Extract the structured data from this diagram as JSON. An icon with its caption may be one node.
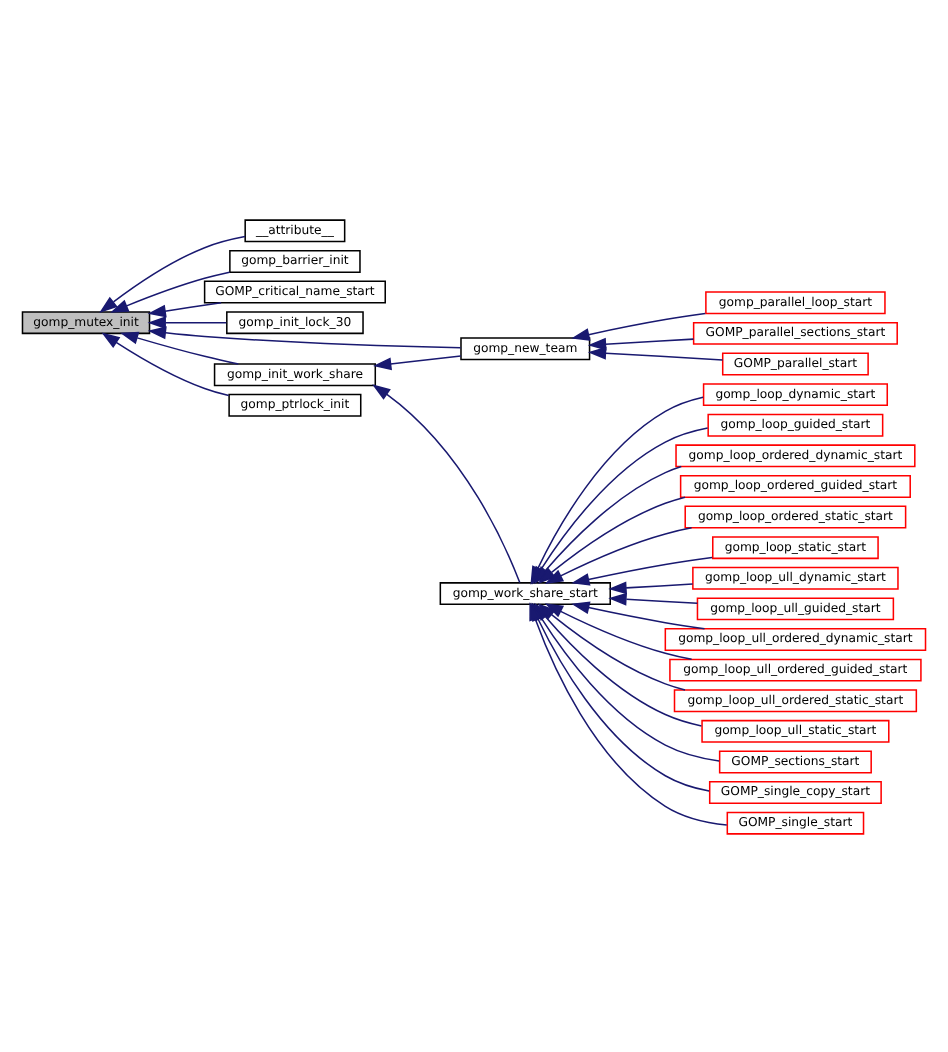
{
  "diagram": {
    "nodes": [
      {
        "text": [
          "gomp_mutex_init"
        ]
      },
      {
        "text": [
          "__attribute__"
        ]
      },
      {
        "text": [
          "gomp_barrier_init"
        ]
      },
      {
        "text": [
          "GOMP_critical_name_start"
        ]
      },
      {
        "text": [
          "gomp_init_lock_30"
        ]
      },
      {
        "text": [
          "gomp_new_team"
        ]
      },
      {
        "text": [
          "gomp_init_work_share"
        ]
      },
      {
        "text": [
          "gomp_ptrlock_init"
        ]
      },
      {
        "text": [
          "gomp_parallel_loop_start"
        ]
      },
      {
        "text": [
          "GOMP_parallel_sections_start"
        ]
      },
      {
        "text": [
          "GOMP_parallel_start"
        ]
      },
      {
        "text": [
          "gomp_work_share_start"
        ]
      },
      {
        "text": [
          "gomp_loop_dynamic_start"
        ]
      },
      {
        "text": [
          "gomp_loop_guided_start"
        ]
      },
      {
        "text": [
          "gomp_loop_ordered_dynamic_start"
        ]
      },
      {
        "text": [
          "gomp_loop_ordered_guided_start"
        ]
      },
      {
        "text": [
          "gomp_loop_ordered_static_start"
        ]
      },
      {
        "text": [
          "gomp_loop_static_start"
        ]
      },
      {
        "text": [
          "gomp_loop_ull_dynamic_start"
        ]
      },
      {
        "text": [
          "gomp_loop_ull_guided_start"
        ]
      },
      {
        "text": [
          "gomp_loop_ull_ordered_dynamic_start"
        ]
      },
      {
        "text": [
          "gomp_loop_ull_ordered_guided_start"
        ]
      },
      {
        "text": [
          "gomp_loop_ull_ordered_static_start"
        ]
      },
      {
        "text": [
          "gomp_loop_ull_static_start"
        ]
      },
      {
        "text": [
          "GOMP_sections_start"
        ]
      },
      {
        "text": [
          "GOMP_single_copy_start"
        ]
      },
      {
        "text": [
          "GOMP_single_start"
        ]
      }
    ],
    "edges": [
      {
        "from": 1,
        "to": 0,
        "arrow": "to"
      },
      {
        "from": 2,
        "to": 0,
        "arrow": "to"
      },
      {
        "from": 3,
        "to": 0,
        "arrow": "to"
      },
      {
        "from": 4,
        "to": 0,
        "arrow": "to"
      },
      {
        "from": 5,
        "to": 0,
        "arrow": "to"
      },
      {
        "from": 6,
        "to": 0,
        "arrow": "to"
      },
      {
        "from": 7,
        "to": 0,
        "arrow": "to"
      },
      {
        "from": 5,
        "to": 6,
        "arrow": "to"
      },
      {
        "from": 11,
        "to": 6,
        "arrow": "to"
      },
      {
        "from": 8,
        "to": 5,
        "arrow": "to"
      },
      {
        "from": 9,
        "to": 5,
        "arrow": "to"
      },
      {
        "from": 10,
        "to": 5,
        "arrow": "to"
      },
      {
        "from": 12,
        "to": 11,
        "arrow": "to"
      },
      {
        "from": 13,
        "to": 11,
        "arrow": "to"
      },
      {
        "from": 14,
        "to": 11,
        "arrow": "to"
      },
      {
        "from": 15,
        "to": 11,
        "arrow": "to"
      },
      {
        "from": 16,
        "to": 11,
        "arrow": "to"
      },
      {
        "from": 17,
        "to": 11,
        "arrow": "to"
      },
      {
        "from": 18,
        "to": 11,
        "arrow": "to"
      },
      {
        "from": 19,
        "to": 11,
        "arrow": "to"
      },
      {
        "from": 20,
        "to": 11,
        "arrow": "to"
      },
      {
        "from": 21,
        "to": 11,
        "arrow": "to"
      },
      {
        "from": 22,
        "to": 11,
        "arrow": "to"
      },
      {
        "from": 23,
        "to": 11,
        "arrow": "to"
      },
      {
        "from": 24,
        "to": 11,
        "arrow": "to"
      },
      {
        "from": 25,
        "to": 11,
        "arrow": "to"
      },
      {
        "from": 26,
        "to": 11,
        "arrow": "to"
      }
    ]
  }
}
